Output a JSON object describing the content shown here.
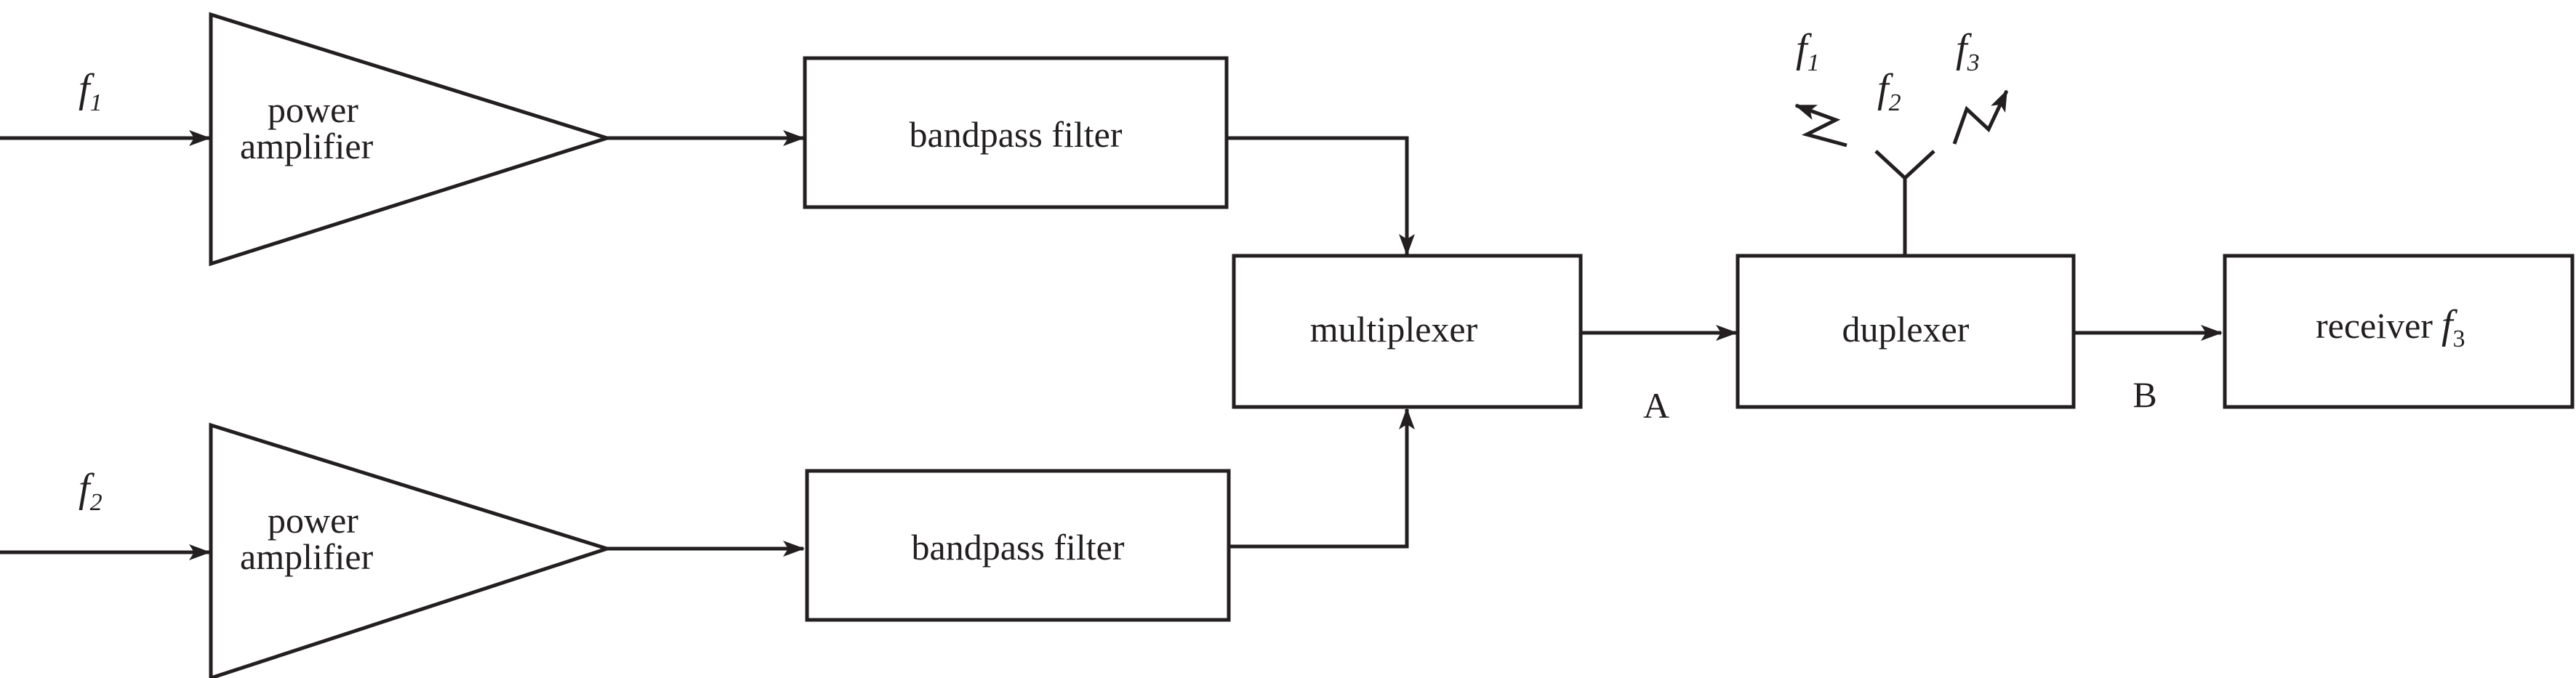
{
  "blocks": {
    "amp1": "power\namplifier",
    "amp2": "power\namplifier",
    "bpf1": "bandpass filter",
    "bpf2": "bandpass filter",
    "mux": "multiplexer",
    "dup": "duplexer",
    "rx": "receiver"
  },
  "receiver_freq": {
    "sym": "f",
    "sub": "3"
  },
  "inputs": {
    "in1": {
      "sym": "f",
      "sub": "1"
    },
    "in2": {
      "sym": "f",
      "sub": "2"
    }
  },
  "antenna": {
    "f1": {
      "sym": "f",
      "sub": "1"
    },
    "f2": {
      "sym": "f",
      "sub": "2"
    },
    "f3": {
      "sym": "f",
      "sub": "3"
    }
  },
  "points": {
    "A": "A",
    "B": "B"
  }
}
